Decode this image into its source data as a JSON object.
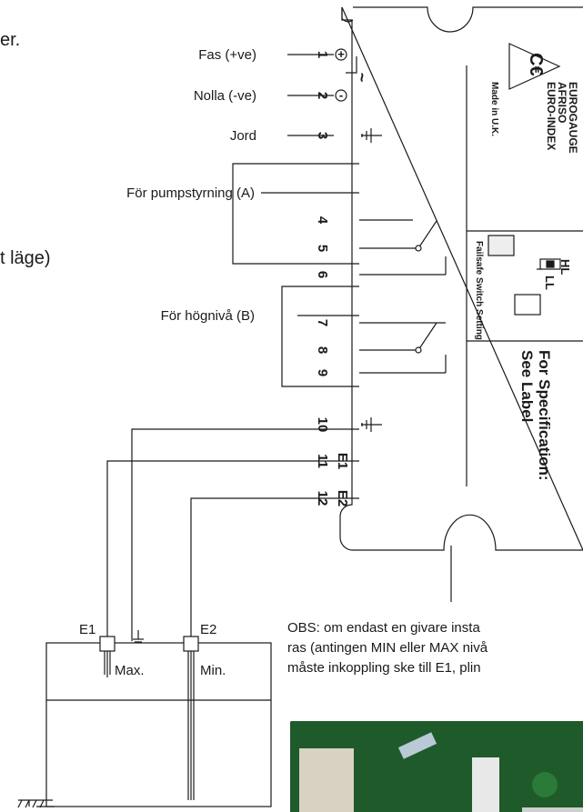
{
  "fragments": {
    "top": "er.",
    "middle": "t läge)"
  },
  "labels": {
    "phase": "Fas (+ve)",
    "neutral": "Nolla (-ve)",
    "earth": "Jord",
    "pump_control": "För pumpstyrning (A)",
    "high_level": "För högnivå (B)"
  },
  "terminals": [
    "1",
    "2",
    "3",
    "4",
    "5",
    "6",
    "7",
    "8",
    "9",
    "10",
    "11",
    "12"
  ],
  "terminal_marks": {
    "plus": "+",
    "minus": "-",
    "tilde": "~",
    "e1": "E1",
    "e2": "E2"
  },
  "device": {
    "ce": "C€",
    "brand1": "EUROGAUGE",
    "brand2": "AFRISO",
    "brand3": "EURO-INDEX",
    "made_in": "Made in U.K.",
    "failsafe": "Failsafe Switch Setting",
    "hl": "HL",
    "ll": "LL",
    "spec1": "For Specification:",
    "spec2": "See Label"
  },
  "tank": {
    "e1": "E1",
    "e2": "E2",
    "max": "Max.",
    "min": "Min."
  },
  "note_lines": [
    "OBS: om endast en givare insta",
    "ras (antingen MIN eller MAX nivå",
    "måste inkoppling ske till E1, plin"
  ],
  "colors": {
    "line": "#1a1a1a",
    "pcb": "#1f5a2a"
  }
}
